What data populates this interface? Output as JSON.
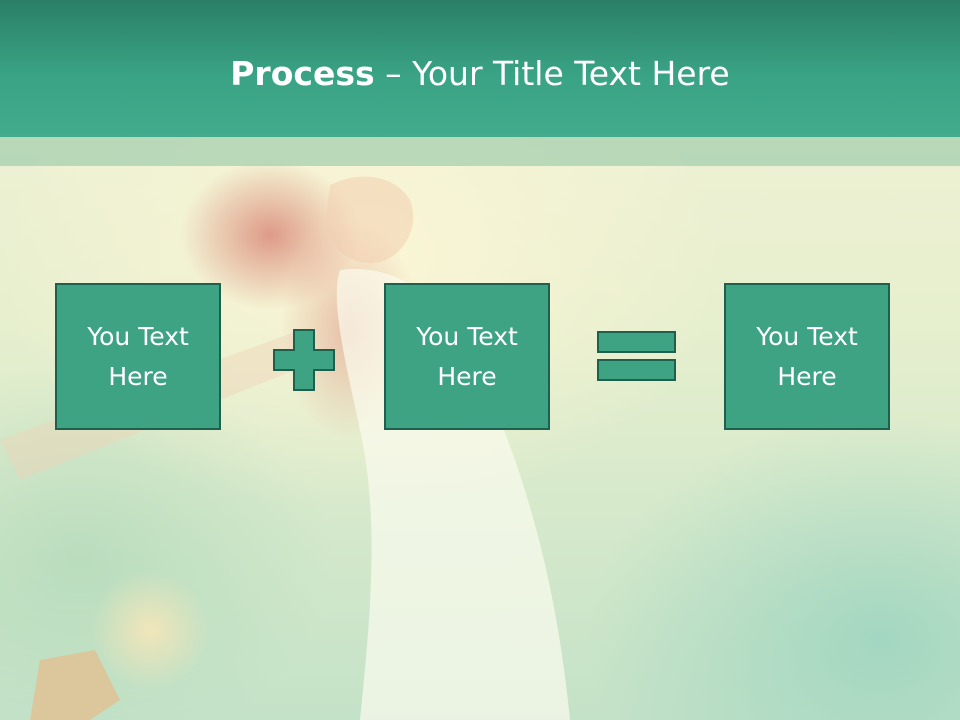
{
  "slide": {
    "title_bold": "Process",
    "title_rest": " – Your Title Text Here",
    "boxes": [
      {
        "line1": "You Text",
        "line2": "Here"
      },
      {
        "line1": "You Text",
        "line2": "Here"
      },
      {
        "line1": "You Text",
        "line2": "Here"
      }
    ],
    "operators": [
      "plus-icon",
      "equals-icon"
    ]
  },
  "colors": {
    "header": "#3aa385",
    "box_fill": "#3ea383",
    "box_border": "#1f5f4d",
    "text": "#ffffff"
  }
}
